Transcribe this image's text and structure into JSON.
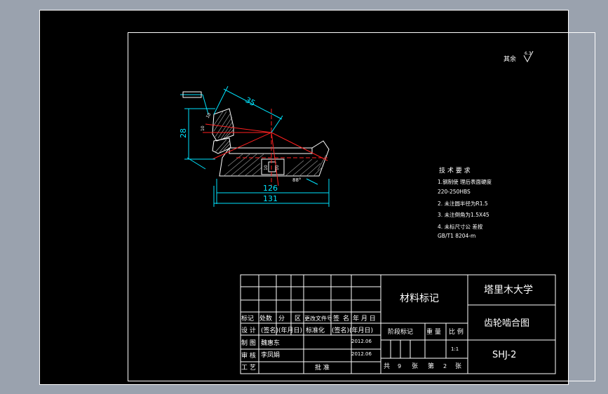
{
  "drawing": {
    "surface_finish_note": "其余",
    "surface_finish_symbol": "6.3",
    "dimensions": {
      "slant_length": "35",
      "height": "28",
      "diameter_inner": "126",
      "diameter_outer": "131",
      "angle": "88°",
      "small_a": "10",
      "small_b": "10",
      "small_c": "10",
      "small_d": "10"
    },
    "tech_requirements": {
      "title": "技 术 要 求",
      "lines": [
        "1.钢制使 理后表面硬度",
        "220-250HBS",
        "2. 未注圆半径为R1.5",
        "3. 未注倒角为1.5X45",
        "4. 未标尺寸公 差按",
        "GB/T1 8204-m"
      ]
    }
  },
  "title_block": {
    "material_label": "材料标记",
    "university": "塔里木大学",
    "drawing_name": "齿轮啮合图",
    "drawing_number": "SHJ-2",
    "revision_header": [
      "标记",
      "处数",
      "分",
      "区",
      "更改文件号",
      "签",
      "名",
      "年 月 日"
    ],
    "design": "设 计",
    "design_sign": "(签名)(年月日)",
    "standardize": "标准化",
    "standardize_sign": "(签名)(年月日)",
    "drawn": "制 图",
    "drawn_name": "魏惠东",
    "drawn_date": "2012.06",
    "review": "审 核",
    "review_name": "李凤娟",
    "review_date": "2012.06",
    "process": "工 艺",
    "approve": "批 准",
    "stage_label": "阶段标记",
    "weight_label": "重 量",
    "scale_label": "比 例",
    "scale_value": "1:1",
    "sheet_total_label": "共",
    "sheet_total": "9",
    "sheet_unit1": "张",
    "sheet_no_label": "第",
    "sheet_no": "2",
    "sheet_unit2": "张"
  }
}
